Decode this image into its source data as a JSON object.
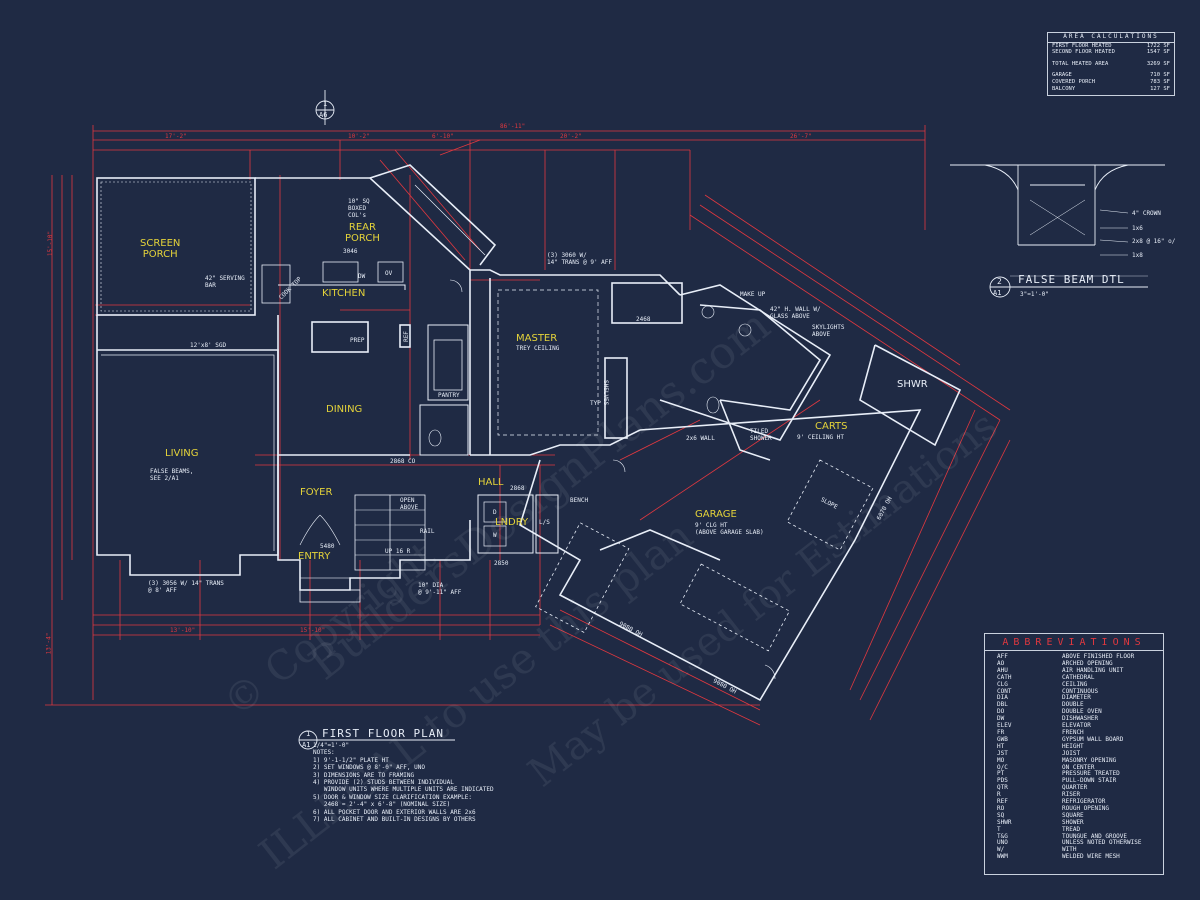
{
  "colors": {
    "background": "#1f2a44",
    "dimension": "#e0383f",
    "walls": "#e8eef8",
    "room_labels": "#e4d33a"
  },
  "watermark": {
    "line1": "© Copyright",
    "line2": "ILLEGAL to use this plan",
    "line3": "May be used for Estimations",
    "line4": "BuildersDesignPlans.com"
  },
  "area_calc": {
    "title": "AREA CALCULATIONS",
    "rows": [
      {
        "label": "FIRST FLOOR HEATED",
        "value": "1722 SF"
      },
      {
        "label": "SECOND FLOOR HEATED",
        "value": "1547 SF"
      },
      {
        "label": "TOTAL HEATED AREA",
        "value": "3269 SF"
      },
      {
        "label": "GARAGE",
        "value": "710 SF"
      },
      {
        "label": "COVERED PORCH",
        "value": "783 SF"
      },
      {
        "label": "BALCONY",
        "value": "127 SF"
      }
    ]
  },
  "false_beam": {
    "number": "2",
    "sheet": "A1",
    "title": "FALSE BEAM DTL",
    "scale": "3\"=1'-0\"",
    "notes": [
      "4\" CROWN",
      "1x6",
      "2x8 @ 16\" o/",
      "1x8"
    ]
  },
  "plan_title": {
    "number": "1",
    "sheet": "A1",
    "title": "FIRST FLOOR PLAN",
    "scale": "1/4\"=1'-0\"",
    "notes_head": "NOTES:",
    "notes": [
      "1) 9'-1-1/2\" PLATE HT",
      "2) SET WINDOWS @ 8'-0\" AFF, UNO",
      "3) DIMENSIONS ARE TO FRAMING",
      "4) PROVIDE (2) STUDS BETWEEN INDIVIDUAL",
      "   WINDOW UNITS WHERE MULTIPLE UNITS ARE INDICATED",
      "5) DOOR & WINDOW SIZE CLARIFICATION EXAMPLE:",
      "   2468 = 2'-4\" x 6'-8\" (NOMINAL SIZE)",
      "6) ALL POCKET DOOR AND EXTERIOR WALLS ARE 2x6",
      "7) ALL CABINET AND BUILT-IN DESIGNS BY OTHERS"
    ]
  },
  "section_marker": {
    "number": "1",
    "sheet": "A6"
  },
  "rooms": {
    "screen_porch": "SCREEN\nPORCH",
    "rear_porch": "REAR\nPORCH",
    "kitchen": "KITCHEN",
    "dining": "DINING",
    "living": "LIVING",
    "foyer": "FOYER",
    "entry": "ENTRY",
    "hall": "HALL",
    "laundry": "LNDRY",
    "master": "MASTER",
    "garage": "GARAGE",
    "carts": "CARTS",
    "shwr": "SHWR"
  },
  "labels": {
    "trey": "TREY CEILING",
    "serving_bar": "42\" SERVING\nBAR",
    "boxed_cols": "10\" SQ\nBOXED\nCOL's",
    "window_3060": "(3) 3060 W/\n14\" TRANS @ 9' AFF",
    "sgd": "12'x8' SGD",
    "false_beams": "FALSE BEAMS,\nSEE 2/A1",
    "window_3056": "(3) 3056 W/ 14\" TRANS\n@ 8' AFF",
    "col_dia": "10\" DIA\n@ 9'-11\" AFF",
    "make_up": "MAKE UP",
    "wall_42": "42\" H. WALL W/\nGLASS ABOVE",
    "skylights": "SKYLIGHTS\nABOVE",
    "garage_clg": "9' CLG HT\n(ABOVE GARAGE SLAB)",
    "carts_clg": "9' CEILING HT",
    "tiled_shower": "TILED\nSHOWER",
    "wall_2x6": "2x6 WALL",
    "pantry": "PANTRY",
    "bench": "BENCH",
    "shelves": "SHELVES",
    "prep": "PREP",
    "d_2868": "2868",
    "d_2468": "2468",
    "d_2850": "2850",
    "d_5480": "5480",
    "d_3046": "3046",
    "d_2868co": "2868 CO",
    "d_9080": "9080 OH",
    "d_9080b": "9080 OH",
    "d_6070": "6070 OH",
    "up_16r": "UP 16 R",
    "open_above": "OPEN\nABOVE",
    "rail": "RAIL",
    "slope": "SLOPE",
    "cook_top": "COOK TOP",
    "dw": "DW",
    "ov": "OV",
    "typ": "TYP",
    "ref": "REF",
    "d": "D",
    "w": "W",
    "ls": "L/S"
  },
  "dims": {
    "overall": "86'-11\"",
    "top1": "17'-2\"",
    "top2": "10'-2\"",
    "top3": "6'-10\"",
    "top4": "20'-2\"",
    "top5": "26'-7\"",
    "side1": "13'-4\"",
    "side2": "15'-10\"",
    "bot1": "15'-10\"",
    "bot2": "13'-10\""
  },
  "abbreviations": {
    "title": "ABBREVIATIONS",
    "items": [
      [
        "AFF",
        "ABOVE FINISHED FLOOR"
      ],
      [
        "AO",
        "ARCHED OPENING"
      ],
      [
        "AHU",
        "AIR HANDLING UNIT"
      ],
      [
        "CATH",
        "CATHEDRAL"
      ],
      [
        "CLG",
        "CEILING"
      ],
      [
        "CONT",
        "CONTINUOUS"
      ],
      [
        "DIA",
        "DIAMETER"
      ],
      [
        "DBL",
        "DOUBLE"
      ],
      [
        "DO",
        "DOUBLE OVEN"
      ],
      [
        "DW",
        "DISHWASHER"
      ],
      [
        "ELEV",
        "ELEVATOR"
      ],
      [
        "FR",
        "FRENCH"
      ],
      [
        "GWB",
        "GYPSUM WALL BOARD"
      ],
      [
        "HT",
        "HEIGHT"
      ],
      [
        "JST",
        "JOIST"
      ],
      [
        "MO",
        "MASONRY OPENING"
      ],
      [
        "O/C",
        "ON CENTER"
      ],
      [
        "PT",
        "PRESSURE TREATED"
      ],
      [
        "PDS",
        "PULL-DOWN STAIR"
      ],
      [
        "QTR",
        "QUARTER"
      ],
      [
        "R",
        "RISER"
      ],
      [
        "REF",
        "REFRIGERATOR"
      ],
      [
        "RO",
        "ROUGH OPENING"
      ],
      [
        "SQ",
        "SQUARE"
      ],
      [
        "SHWR",
        "SHOWER"
      ],
      [
        "T",
        "TREAD"
      ],
      [
        "T&G",
        "TOUNGUE AND GROOVE"
      ],
      [
        "UNO",
        "UNLESS NOTED OTHERWISE"
      ],
      [
        "W/",
        "WITH"
      ],
      [
        "WWM",
        "WELDED WIRE MESH"
      ]
    ]
  }
}
